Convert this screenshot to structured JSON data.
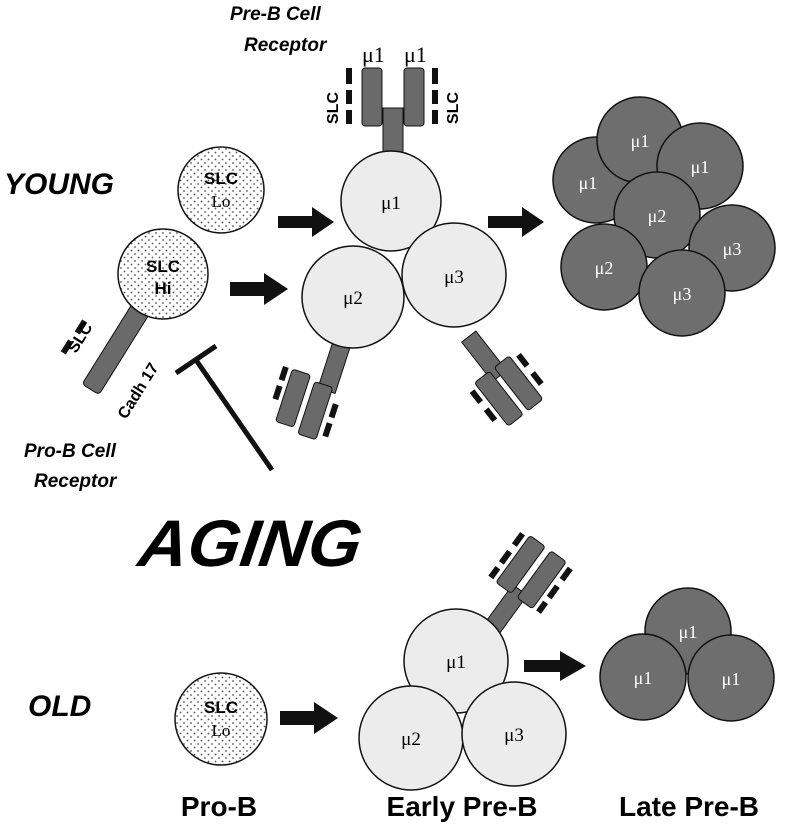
{
  "labels": {
    "young": "YOUNG",
    "old": "OLD",
    "aging": "AGING",
    "pre_b_receptor_line1": "Pre-B Cell",
    "pre_b_receptor_line2": "Receptor",
    "pro_b_receptor_line1": "Pro-B Cell",
    "pro_b_receptor_line2": "Receptor",
    "slc": "SLC",
    "cadh17": "Cadh 17",
    "mu1": "μ1",
    "mu2": "μ2",
    "mu3": "μ3",
    "slc_lo_line1": "SLC",
    "slc_lo_line2": "Lo",
    "slc_hi_line1": "SLC",
    "slc_hi_line2": "Hi"
  },
  "stages": {
    "pro_b": "Pro-B",
    "early_pre_b": "Early Pre-B",
    "late_pre_b": "Late Pre-B"
  },
  "colors": {
    "light_cell": "#ececec",
    "dark_cell": "#6e6e6e",
    "receptor": "#6a6a6a",
    "outline": "#111111"
  }
}
